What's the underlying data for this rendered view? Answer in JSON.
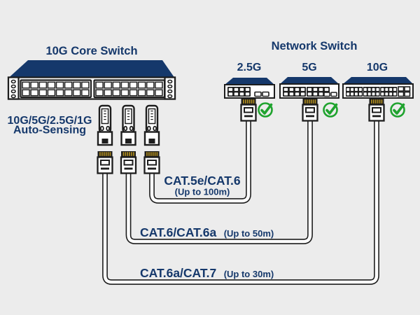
{
  "colors": {
    "navy": "#15386b",
    "ink": "#1d1d1d",
    "green": "#1fa32e",
    "gold": "#b08d1e",
    "bg": "#ececec"
  },
  "core_switch": {
    "label": "10G Core Switch",
    "feature": {
      "line1": "10G/5G/2.5G/1G",
      "line2": "Auto-Sensing"
    },
    "modules": "3 SFP+ to RJ45 transceivers"
  },
  "network_switches": {
    "heading": "Network Switch",
    "items": [
      {
        "label": "2.5G",
        "status_icon": "check-circle"
      },
      {
        "label": "5G",
        "status_icon": "check-circle"
      },
      {
        "label": "10G",
        "status_icon": "check-circle"
      }
    ]
  },
  "cables": [
    {
      "category": "CAT.5e/CAT.6",
      "distance": "(Up to 100m)",
      "from": "10G Core Switch",
      "to": "2.5G Network Switch"
    },
    {
      "category": "CAT.6/CAT.6a",
      "distance": "(Up to 50m)",
      "from": "10G Core Switch",
      "to": "5G Network Switch"
    },
    {
      "category": "CAT.6a/CAT.7",
      "distance": "(Up to 30m)",
      "from": "10G Core Switch",
      "to": "10G Network Switch"
    }
  ]
}
